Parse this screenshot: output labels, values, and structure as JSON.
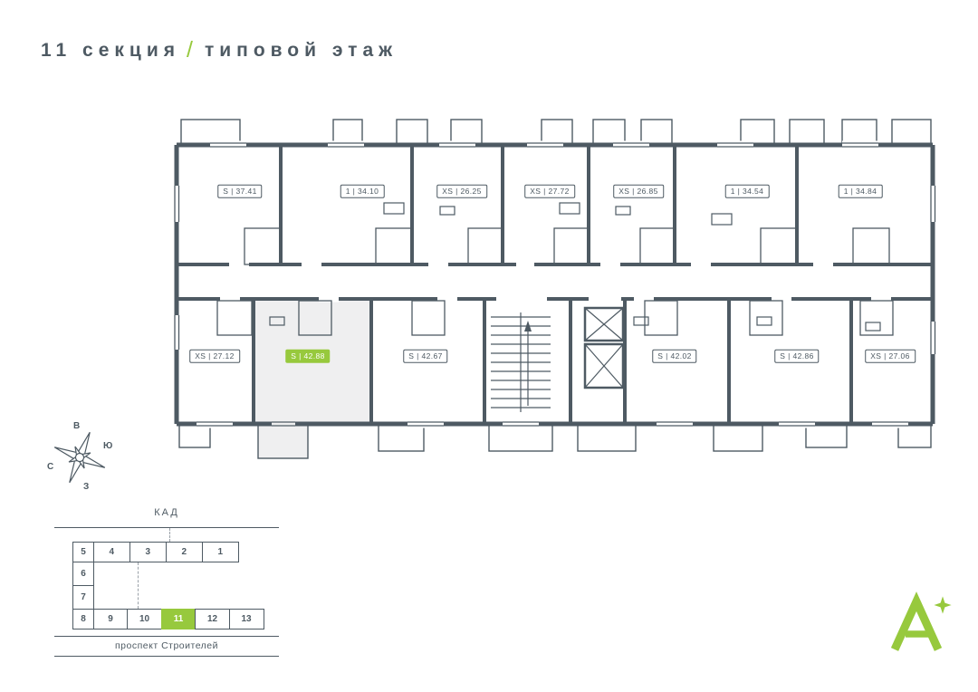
{
  "title": {
    "section": "11 секция",
    "separator": "/",
    "floor": "типовой этаж"
  },
  "floorplan": {
    "apartments_top": [
      {
        "label": "S | 37.41"
      },
      {
        "label": "1 | 34.10"
      },
      {
        "label": "XS | 26.25"
      },
      {
        "label": "XS | 27.72"
      },
      {
        "label": "XS | 26.85"
      },
      {
        "label": "1 | 34.54"
      },
      {
        "label": "1 | 34.84"
      }
    ],
    "apartments_bottom": [
      {
        "label": "XS | 27.12"
      },
      {
        "label": "S | 42.88",
        "highlighted": true
      },
      {
        "label": "S | 42.67"
      },
      {
        "label": "S | 42.02"
      },
      {
        "label": "S | 42.86"
      },
      {
        "label": "XS | 27.06"
      }
    ]
  },
  "compass": {
    "top": "В",
    "right": "Ю",
    "left": "С",
    "bottom": "З"
  },
  "minimap": {
    "road_top": "КАД",
    "road_bottom": "проспект Строителей",
    "row1": [
      "5",
      "4",
      "3",
      "2",
      "1"
    ],
    "column": [
      "6",
      "7"
    ],
    "row2": [
      "8",
      "9",
      "10",
      "11",
      "12",
      "13"
    ],
    "active_section": "11"
  },
  "colors": {
    "accent": "#97c93d",
    "walls": "#4e5a63",
    "highlight": "#efeff0"
  }
}
